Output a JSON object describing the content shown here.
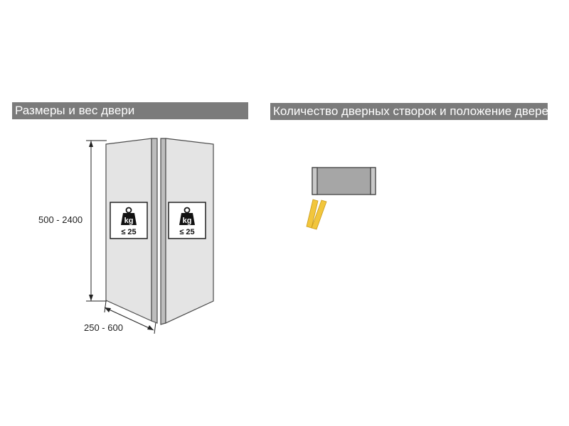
{
  "section_left": {
    "title": "Размеры и вес двери"
  },
  "section_right": {
    "title": "Количество дверных створок и положение дверей"
  },
  "dimensions": {
    "height_range": "500 - 2400",
    "width_range": "250 - 600"
  },
  "weight_badge": {
    "unit": "kg",
    "limit": "≤ 25"
  },
  "colors": {
    "header_bg": "#7b7b7b",
    "door_fill": "#e4e4e4",
    "door_edge": "#b9b9b9",
    "plan_fill": "#a6a6a6",
    "leaf_accent": "#f2c63c"
  }
}
